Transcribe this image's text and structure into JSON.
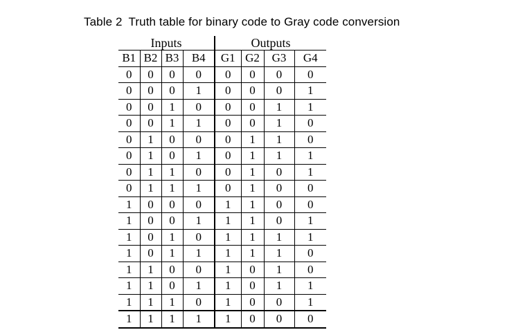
{
  "caption": {
    "label": "Table 2",
    "text": "Truth table for binary code to Gray code conversion"
  },
  "table": {
    "groups": [
      "Inputs",
      "Outputs"
    ],
    "columns": [
      "B1",
      "B2",
      "B3",
      "B4",
      "G1",
      "G2",
      "G3",
      "G4"
    ],
    "rows": [
      [
        "0",
        "0",
        "0",
        "0",
        "0",
        "0",
        "0",
        "0"
      ],
      [
        "0",
        "0",
        "0",
        "1",
        "0",
        "0",
        "0",
        "1"
      ],
      [
        "0",
        "0",
        "1",
        "0",
        "0",
        "0",
        "1",
        "1"
      ],
      [
        "0",
        "0",
        "1",
        "1",
        "0",
        "0",
        "1",
        "0"
      ],
      [
        "0",
        "1",
        "0",
        "0",
        "0",
        "1",
        "1",
        "0"
      ],
      [
        "0",
        "1",
        "0",
        "1",
        "0",
        "1",
        "1",
        "1"
      ],
      [
        "0",
        "1",
        "1",
        "0",
        "0",
        "1",
        "0",
        "1"
      ],
      [
        "0",
        "1",
        "1",
        "1",
        "0",
        "1",
        "0",
        "0"
      ],
      [
        "1",
        "0",
        "0",
        "0",
        "1",
        "1",
        "0",
        "0"
      ],
      [
        "1",
        "0",
        "0",
        "1",
        "1",
        "1",
        "0",
        "1"
      ],
      [
        "1",
        "0",
        "1",
        "0",
        "1",
        "1",
        "1",
        "1"
      ],
      [
        "1",
        "0",
        "1",
        "1",
        "1",
        "1",
        "1",
        "0"
      ],
      [
        "1",
        "1",
        "0",
        "0",
        "1",
        "0",
        "1",
        "0"
      ],
      [
        "1",
        "1",
        "0",
        "1",
        "1",
        "0",
        "1",
        "1"
      ],
      [
        "1",
        "1",
        "1",
        "0",
        "1",
        "0",
        "0",
        "1"
      ],
      [
        "1",
        "1",
        "1",
        "1",
        "1",
        "0",
        "0",
        "0"
      ]
    ]
  }
}
